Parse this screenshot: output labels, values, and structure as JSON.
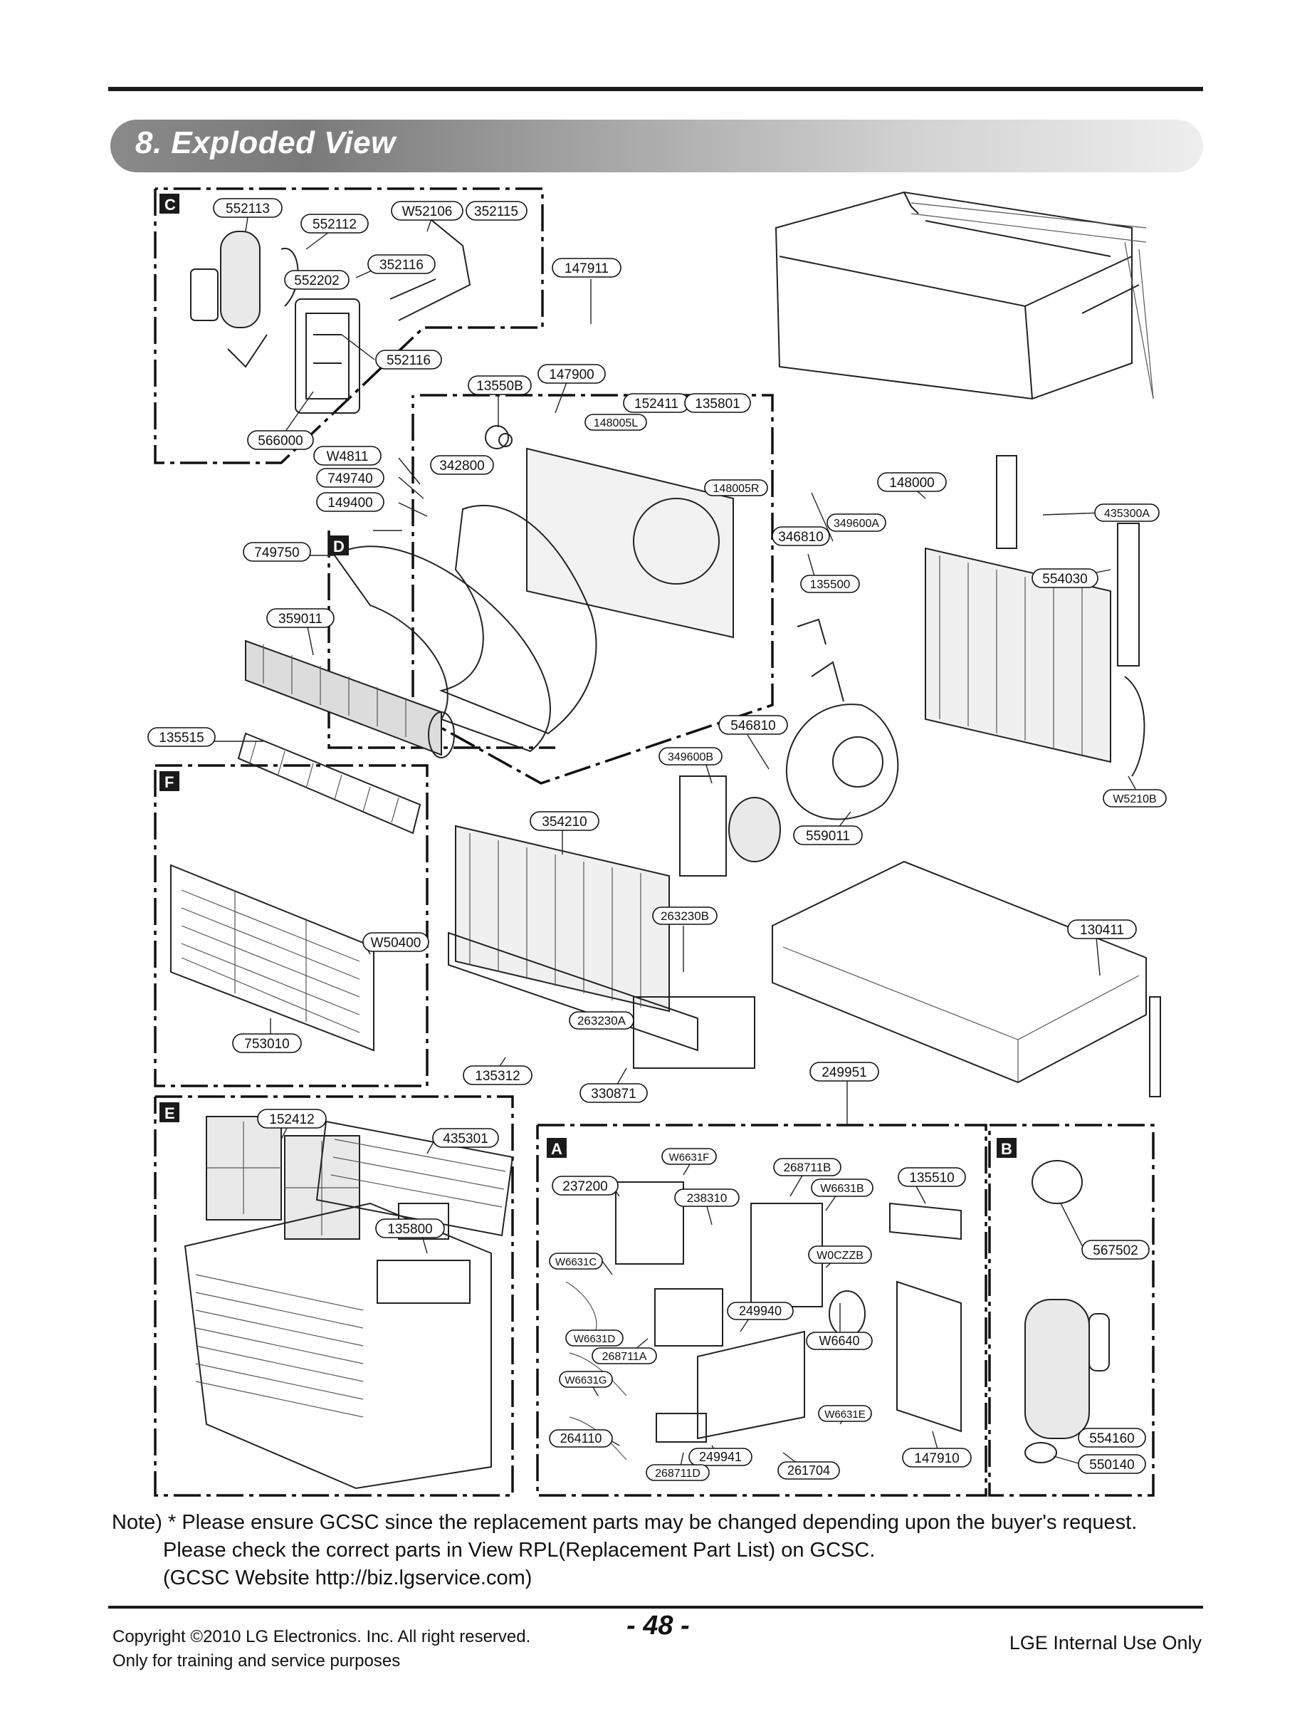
{
  "section_title": "8. Exploded View",
  "sections": {
    "a": "A",
    "b": "B",
    "c": "C",
    "d": "D",
    "e": "E",
    "f": "F"
  },
  "parts": {
    "p552113": "552113",
    "p552112": "552112",
    "pW52106": "W52106",
    "p352115": "352115",
    "p352116": "352116",
    "p552202": "552202",
    "p552116": "552116",
    "p566000": "566000",
    "p147911": "147911",
    "p147900": "147900",
    "p13550B": "13550B",
    "p152411": "152411",
    "p135801": "135801",
    "p148005L": "148005L",
    "pW4811": "W4811",
    "p342800": "342800",
    "p749740": "749740",
    "p148005R": "148005R",
    "p148000": "148000",
    "p149400": "149400",
    "p346810": "346810",
    "p349600A": "349600A",
    "p435300A": "435300A",
    "p749750": "749750",
    "p135500": "135500",
    "p554030": "554030",
    "p359011": "359011",
    "p546810": "546810",
    "p135515": "135515",
    "p349600B": "349600B",
    "pW5210B": "W5210B",
    "p354210": "354210",
    "p559011": "559011",
    "p263230B": "263230B",
    "p130411": "130411",
    "pW50400": "W50400",
    "p263230A": "263230A",
    "p753010": "753010",
    "p135312": "135312",
    "p249951": "249951",
    "p330871": "330871",
    "p152412": "152412",
    "p435301": "435301",
    "pW6631F": "W6631F",
    "p268711B": "268711B",
    "p135510": "135510",
    "p237200": "237200",
    "pW6631B": "W6631B",
    "p238310": "238310",
    "p135800": "135800",
    "p567502": "567502",
    "pW0CZZB": "W0CZZB",
    "pW6631C": "W6631C",
    "p249940": "249940",
    "pW6631D": "W6631D",
    "pW6640": "W6640",
    "p268711A": "268711A",
    "pW6631G": "W6631G",
    "pW6631E": "W6631E",
    "p264110": "264110",
    "p554160": "554160",
    "p249941": "249941",
    "p147910": "147910",
    "p550140": "550140",
    "p268711D": "268711D",
    "p261704": "261704"
  },
  "note": {
    "line1": "Note) * Please ensure GCSC since the replacement parts may be changed depending upon the buyer's request.",
    "line2": "Please check  the correct parts in View RPL(Replacement Part List) on GCSC.",
    "line3": "(GCSC Website  http://biz.lgservice.com)"
  },
  "footer": {
    "copyright": "Copyright ©2010 LG Electronics. Inc. All right reserved.",
    "purpose": "Only for training and service purposes",
    "page_number": "- 48 -",
    "internal": "LGE Internal Use Only"
  }
}
